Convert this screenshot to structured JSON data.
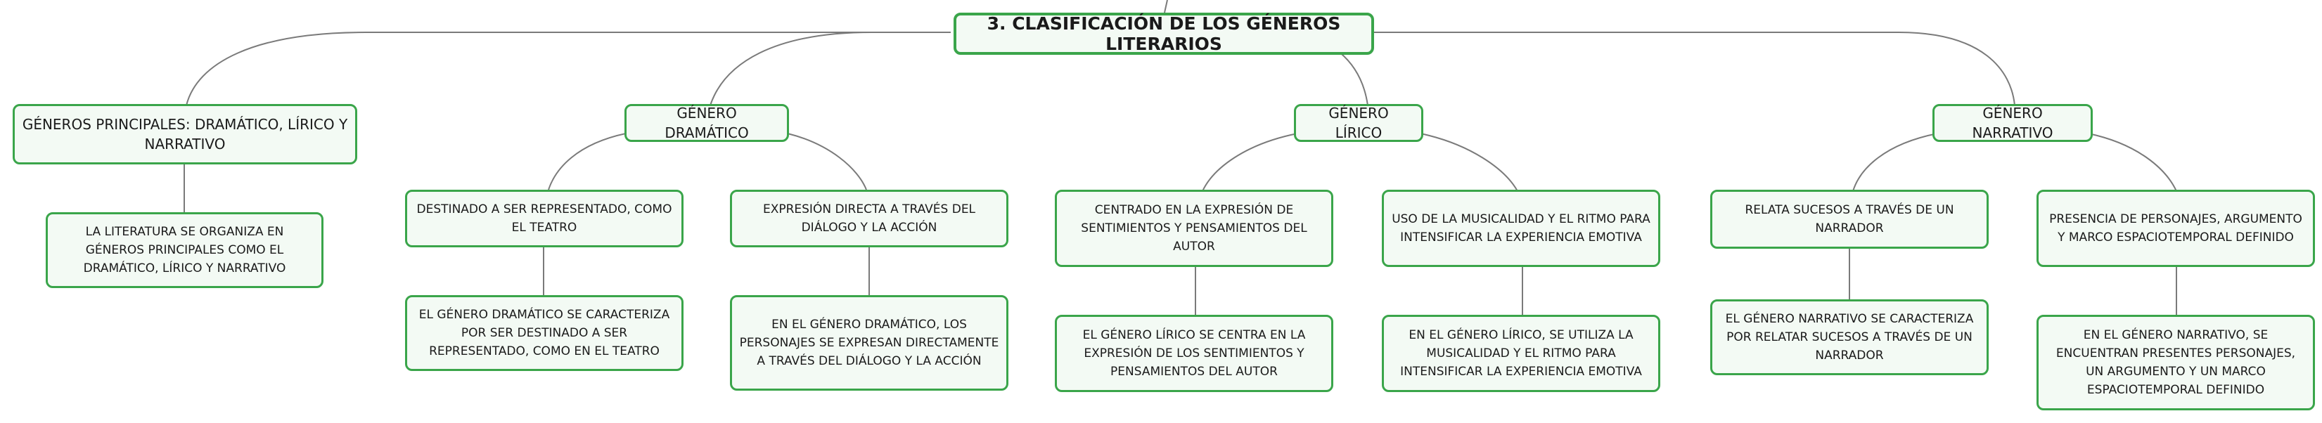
{
  "colors": {
    "node_border": "#3aa54a",
    "node_fill": "#f3faf4",
    "connector": "#7a7a7a",
    "text": "#1a1a1a"
  },
  "root": {
    "title": "3. CLASIFICACIÓN DE LOS GÉNEROS LITERARIOS"
  },
  "branches": [
    {
      "label": "GÉNEROS PRINCIPALES: DRAMÁTICO, LÍRICO Y NARRATIVO",
      "leaf": "LA LITERATURA SE ORGANIZA EN GÉNEROS PRINCIPALES COMO EL DRAMÁTICO, LÍRICO Y NARRATIVO"
    },
    {
      "label": "GÉNERO DRAMÁTICO",
      "children": [
        {
          "label": "DESTINADO A SER REPRESENTADO, COMO EL TEATRO",
          "leaf": "EL GÉNERO DRAMÁTICO SE CARACTERIZA POR SER DESTINADO A SER REPRESENTADO, COMO EN EL TEATRO"
        },
        {
          "label": "EXPRESIÓN DIRECTA A TRAVÉS DEL DIÁLOGO Y LA ACCIÓN",
          "leaf": "EN EL GÉNERO DRAMÁTICO, LOS PERSONAJES SE EXPRESAN DIRECTAMENTE A TRAVÉS DEL DIÁLOGO Y LA ACCIÓN"
        }
      ]
    },
    {
      "label": "GÉNERO LÍRICO",
      "children": [
        {
          "label": "CENTRADO EN LA EXPRESIÓN DE SENTIMIENTOS Y PENSAMIENTOS DEL AUTOR",
          "leaf": "EL GÉNERO LÍRICO SE CENTRA EN LA EXPRESIÓN DE LOS SENTIMIENTOS Y PENSAMIENTOS DEL AUTOR"
        },
        {
          "label": "USO DE LA MUSICALIDAD Y EL RITMO PARA INTENSIFICAR LA EXPERIENCIA EMOTIVA",
          "leaf": "EN EL GÉNERO LÍRICO, SE UTILIZA LA MUSICALIDAD Y EL RITMO PARA INTENSIFICAR LA EXPERIENCIA EMOTIVA"
        }
      ]
    },
    {
      "label": "GÉNERO NARRATIVO",
      "children": [
        {
          "label": "RELATA SUCESOS A TRAVÉS DE UN NARRADOR",
          "leaf": "EL GÉNERO NARRATIVO SE CARACTERIZA POR RELATAR SUCESOS A TRAVÉS DE UN NARRADOR"
        },
        {
          "label": "PRESENCIA DE PERSONAJES, ARGUMENTO Y MARCO ESPACIOTEMPORAL DEFINIDO",
          "leaf": "EN EL GÉNERO NARRATIVO, SE ENCUENTRAN PRESENTES PERSONAJES, UN ARGUMENTO Y UN MARCO ESPACIOTEMPORAL DEFINIDO"
        }
      ]
    }
  ]
}
